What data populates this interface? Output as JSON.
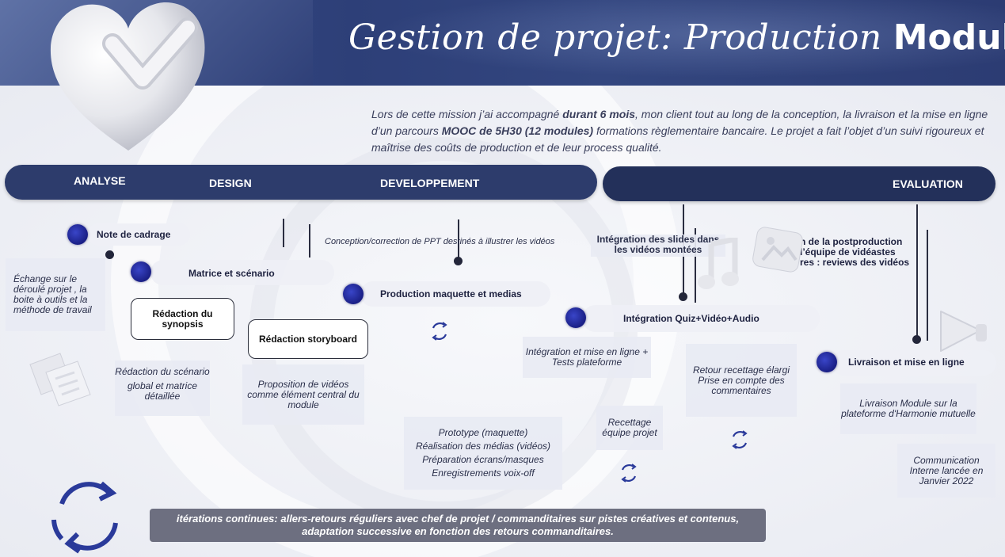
{
  "header": {
    "title_script": "Gestion de projet: Production",
    "title_bold": "Module"
  },
  "intro": {
    "p1": "Lors de cette mission j’ai  accompagné ",
    "b1": "durant 6 mois",
    "p2": ",  mon  client tout au long de la conception, la livraison et la mise en ligne d’un parcours ",
    "b2": "MOOC de 5H30 (12 modules)",
    "p3": "   formations règlementaire bancaire. Le projet a fait l’objet d’un suivi rigoureux et maîtrise des coûts de production et de leur process qualité."
  },
  "phases": {
    "analyse": "ANALYSE",
    "design": "DESIGN",
    "dev": "DEVELOPPEMENT",
    "eval": "EVALUATION"
  },
  "steps": {
    "note_cadrage": "Note de cadrage",
    "matrice": "Matrice et scénario",
    "production": "Production maquette et medias",
    "integration_quiz": "Intégration Quiz+Vidéo+Audio",
    "livraison": "Livraison et mise en ligne",
    "integration_slides": "Intégration des slides dans les vidéos montées",
    "postprod_1": "n de la postproduction",
    "postprod_2": "l’équipe de vidéastes",
    "postprod_3": "res : reviews des vidéos"
  },
  "boxes": {
    "synopsis": "Rédaction du synopsis",
    "storyboard": "Rédaction storyboard"
  },
  "notes": {
    "echange": "Échange sur le déroulé projet , la boite à outils et la méthode de travail",
    "redaction_scenario_1": "Rédaction du scénario",
    "redaction_scenario_2": "global et matrice détaillée",
    "proposition": "Proposition de vidéos comme élément central du module",
    "conception_ppt": "Conception/correction de PPT destinés à illustrer les vidéos",
    "proto": [
      "Prototype (maquette)",
      "Réalisation des médias (vidéos)",
      "Préparation écrans/masques",
      "Enregistrements voix-off"
    ],
    "integration_ligne": "Intégration et mise en ligne + Tests plateforme",
    "recettage_equipe": "Recettage équipe projet",
    "retour_recettage": "Retour recettage élargi Prise en compte des commentaires",
    "livraison_module": "Livraison Module sur la plateforme d'Harmonie mutuelle",
    "communication": "Communication Interne lancée en Janvier 2022"
  },
  "footer": {
    "text": "itérations continues: allers-retours réguliers avec chef de projet / commanditaires sur pistes créatives et contenus, adaptation successive en fonction des retours commanditaires."
  },
  "colors": {
    "header": "#2d3f78",
    "phase_bar": "#2d3c6c",
    "dot": "#1a1f85",
    "cycle_icon": "#2a3a9a",
    "footer_bg": "#6d6f80"
  },
  "icons": [
    "heart-check-icon",
    "document-icon",
    "music-note-icon",
    "image-icon",
    "play-icon",
    "cycle-arrows-icon"
  ]
}
